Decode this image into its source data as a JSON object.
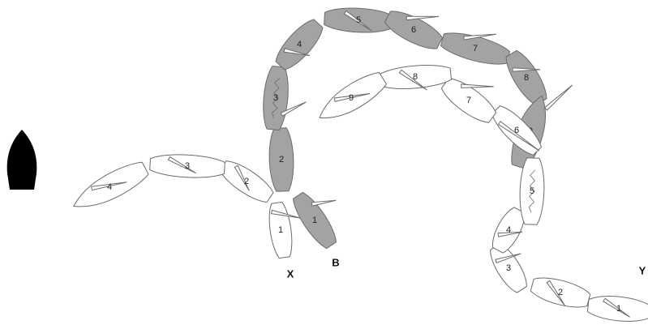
{
  "diagram": {
    "left_icon": "bullet-shape-icon",
    "colors": {
      "dark_segment": "#a3a3a3",
      "light_segment": "#ffffff",
      "stroke": "#6b6b6b",
      "icon": "#000000"
    },
    "chains": [
      {
        "id": "x",
        "label": "X",
        "fill": "light",
        "segment_labels": [
          "1",
          "2",
          "3",
          "4"
        ]
      },
      {
        "id": "b",
        "label": "B",
        "fill": "dark",
        "segment_labels": [
          "1",
          "2",
          "3",
          "4",
          "5",
          "6",
          "7",
          "8",
          "9"
        ]
      },
      {
        "id": "y",
        "label": "Y",
        "fill": "light",
        "segment_labels": [
          "1",
          "2",
          "3",
          "4",
          "5",
          "6",
          "7",
          "8",
          "9"
        ]
      }
    ]
  }
}
